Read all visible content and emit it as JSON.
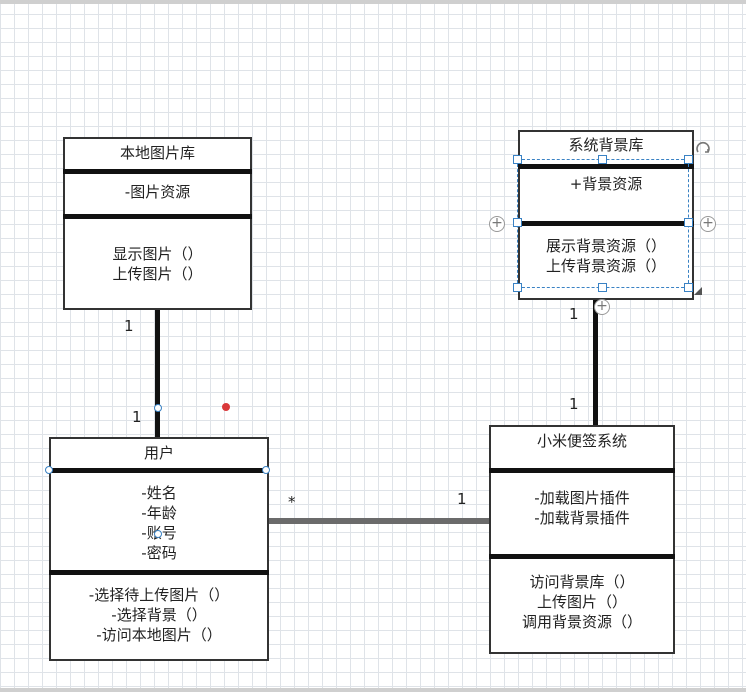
{
  "classes": {
    "local_gallery": {
      "title": "本地图片库",
      "attrs": [
        "-图片资源"
      ],
      "ops": [
        "显示图片（）",
        "上传图片（）"
      ]
    },
    "system_bg": {
      "title": "系统背景库",
      "attrs": [
        "+背景资源"
      ],
      "ops": [
        "展示背景资源（）",
        "上传背景资源（）"
      ]
    },
    "user": {
      "title": "用户",
      "attrs": [
        "-姓名",
        "-年龄",
        "-账号",
        "-密码"
      ],
      "ops": [
        "-选择待上传图片（）",
        "-选择背景（）",
        "-访问本地图片（）"
      ]
    },
    "xiaomi": {
      "title": "小米便签系统",
      "attrs": [
        "-加载图片插件",
        "-加载背景插件"
      ],
      "ops": [
        "访问背景库（）",
        "上传图片（）",
        "调用背景资源（）"
      ]
    }
  },
  "multiplicities": {
    "gallery_end": "1",
    "user_top_end": "1",
    "system_end": "1",
    "xiaomi_top_end": "1",
    "user_right_end": "*",
    "xiaomi_left_end": "1"
  },
  "colors": {
    "selection": "#3a82c4",
    "grid": "#dfe3e8",
    "red_marker": "#d9383a"
  }
}
